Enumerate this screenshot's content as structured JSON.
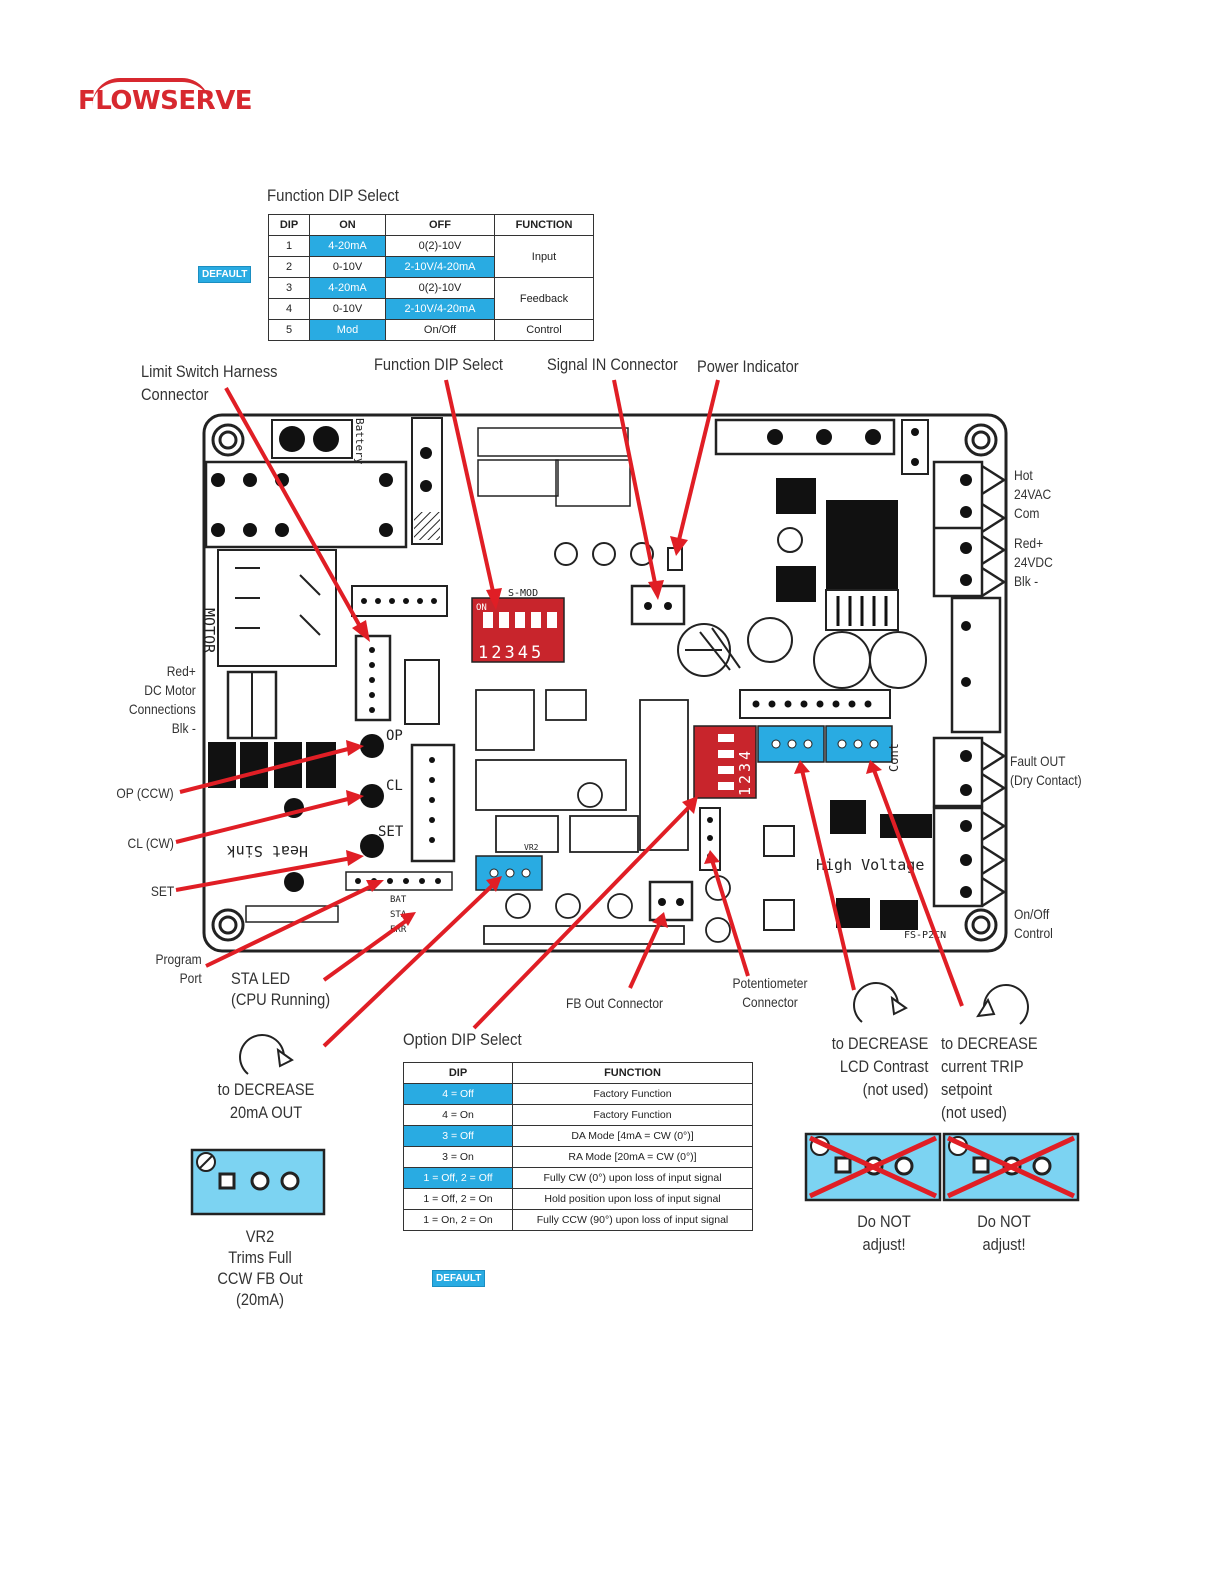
{
  "brand": "FLOWSERVE",
  "function_dip": {
    "title": "Function DIP Select",
    "default_badge": "DEFAULT",
    "headers": [
      "DIP",
      "ON",
      "OFF",
      "FUNCTION"
    ],
    "rows": [
      {
        "dip": "1",
        "on": "4-20mA",
        "off": "0(2)-10V",
        "on_default": true,
        "off_default": false
      },
      {
        "dip": "2",
        "on": "0-10V",
        "off": "2-10V/4-20mA",
        "on_default": false,
        "off_default": true
      },
      {
        "dip": "3",
        "on": "4-20mA",
        "off": "0(2)-10V",
        "on_default": true,
        "off_default": false
      },
      {
        "dip": "4",
        "on": "0-10V",
        "off": "2-10V/4-20mA",
        "on_default": false,
        "off_default": true
      },
      {
        "dip": "5",
        "on": "Mod",
        "off": "On/Off",
        "on_default": true,
        "off_default": false
      }
    ],
    "groups": [
      "Input",
      "Feedback",
      "Control"
    ]
  },
  "callouts": {
    "limit_switch_1": "Limit Switch Harness",
    "limit_switch_2": "Connector",
    "function_dip": "Function DIP Select",
    "signal_in": "Signal IN Connector",
    "power_indicator": "Power Indicator",
    "dc_motor_1": "Red+",
    "dc_motor_2": "DC Motor",
    "dc_motor_3": "Connections",
    "dc_motor_4": "Blk -",
    "op_ccw": "OP (CCW)",
    "cl_cw": "CL (CW)",
    "set": "SET",
    "program_port_1": "Program",
    "program_port_2": "Port",
    "sta_led_1": "STA LED",
    "sta_led_2": "(CPU Running)",
    "fb_out": "FB Out Connector",
    "potentiometer_1": "Potentiometer",
    "potentiometer_2": "Connector",
    "hot": "Hot",
    "vac": "24VAC",
    "com": "Com",
    "red_plus": "Red+",
    "vdc": "24VDC",
    "blk_minus": "Blk -",
    "fault_out_1": "Fault OUT",
    "fault_out_2": "(Dry Contact)",
    "onoff_1": "On/Off",
    "onoff_2": "Control"
  },
  "board": {
    "battery": "Battery",
    "motor": "MOTOR",
    "op": "OP",
    "cl": "CL",
    "set": "SET",
    "heat_sink": "Heat Sink",
    "high_voltage": "High Voltage",
    "s_mod": "S-MOD",
    "on": "ON",
    "dip_numbers": "12345",
    "opt_numbers": "1234",
    "cont": "Cont",
    "board_id": "FS-P2CN",
    "bat": "BAT",
    "sta": "STA",
    "err": "ERR",
    "vr2": "VR2"
  },
  "trim_left": {
    "line1": "to DECREASE",
    "line2": "20mA OUT",
    "vr_1": "VR2",
    "vr_2": "Trims Full",
    "vr_3": "CCW FB Out",
    "vr_4": "(20mA)"
  },
  "trim_mid": {
    "line1": "to DECREASE",
    "line2": "LCD Contrast",
    "line3": "(not used)",
    "warn1": "Do NOT",
    "warn2": "adjust!"
  },
  "trim_right": {
    "line1": "to DECREASE",
    "line2": "current TRIP",
    "line3": "setpoint",
    "line4": "(not used)",
    "warn1": "Do NOT",
    "warn2": "adjust!"
  },
  "option_dip": {
    "title": "Option DIP Select",
    "default_badge": "DEFAULT",
    "headers": [
      "DIP",
      "FUNCTION"
    ],
    "rows": [
      {
        "dip": "4 = Off",
        "function": "Factory Function",
        "default": true
      },
      {
        "dip": "4 = On",
        "function": "Factory Function",
        "default": false
      },
      {
        "dip": "3 = Off",
        "function": "DA Mode [4mA = CW (0°)]",
        "default": true
      },
      {
        "dip": "3 = On",
        "function": "RA Mode [20mA = CW (0°)]",
        "default": false
      },
      {
        "dip": "1 = Off, 2 = Off",
        "function": "Fully CW (0°) upon loss of input signal",
        "default": true
      },
      {
        "dip": "1 = Off, 2 = On",
        "function": "Hold position upon loss of input signal",
        "default": false
      },
      {
        "dip": "1 = On, 2 = On",
        "function": "Fully CCW (90°) upon loss of input signal",
        "default": false
      }
    ]
  },
  "colors": {
    "accent": "#29abe2",
    "arrow": "#e01e25",
    "dip_switch": "#c8252c",
    "brand": "#d7282f"
  }
}
